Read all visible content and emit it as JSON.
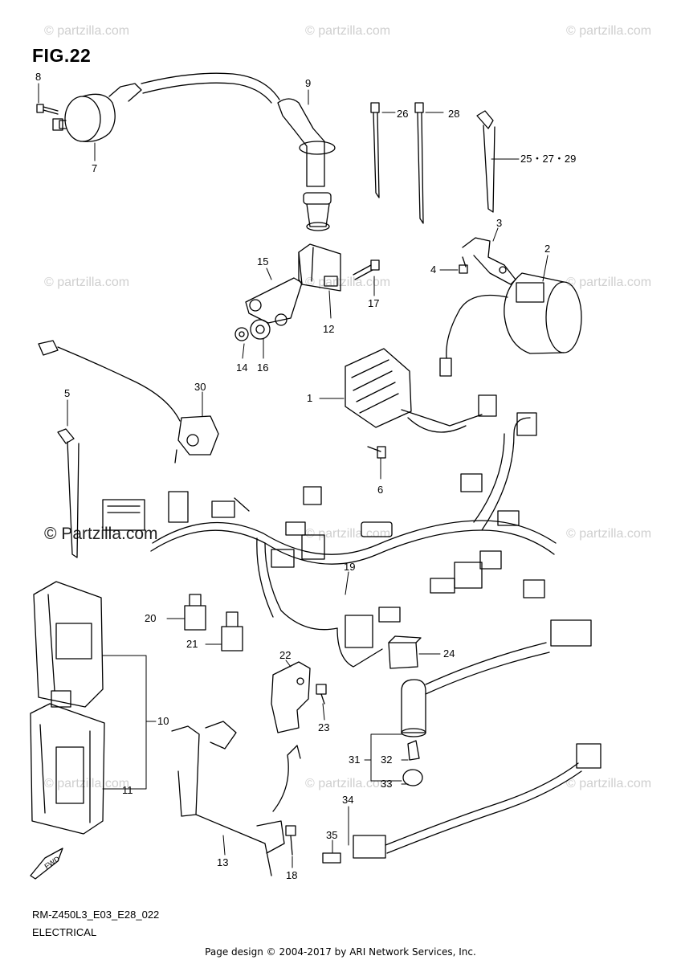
{
  "diagram": {
    "figure_title": "FIG.22",
    "model_code": "RM-Z450L3_E03_E28_022",
    "category": "ELECTRICAL",
    "footer": "Page design © 2004-2017 by ARI Network Services, Inc.",
    "watermark": "© Partzilla.com",
    "watermark_small": "© partzilla.com",
    "callouts": {
      "c1": "1",
      "c2": "2",
      "c3": "3",
      "c4": "4",
      "c5": "5",
      "c6": "6",
      "c7": "7",
      "c8": "8",
      "c9": "9",
      "c10": "10",
      "c11": "11",
      "c12": "12",
      "c13": "13",
      "c14": "14",
      "c15": "15",
      "c16": "16",
      "c17": "17",
      "c18": "18",
      "c19": "19",
      "c20": "20",
      "c21": "21",
      "c22": "22",
      "c23": "23",
      "c24": "24",
      "c25": "25・27・29",
      "c26": "26",
      "c28": "28",
      "c30": "30",
      "c31": "31",
      "c32": "32",
      "c33": "33",
      "c34": "34",
      "c35": "35"
    },
    "fwd_label": "FWD"
  }
}
